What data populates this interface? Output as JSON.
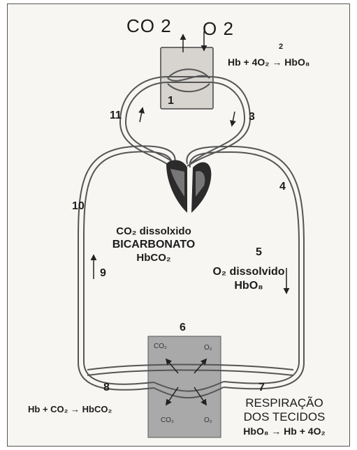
{
  "diagram": {
    "top_gases": {
      "co2": "CO 2",
      "o2": "O 2"
    },
    "equation_2": {
      "number": "2",
      "text": "Hb + 4O₂ → HbO₈"
    },
    "labels": {
      "n1": "1",
      "n3": "3",
      "n4": "4",
      "n5": "5",
      "n6": "6",
      "n7": "7",
      "n8": "8",
      "n9": "9",
      "n10": "10",
      "n11": "11"
    },
    "venous_text": {
      "line1": "CO₂ dissolxido",
      "line2": "BICARBONATO",
      "line3": "HbCO₂"
    },
    "arterial_text": {
      "line1": "O₂ dissolvido",
      "line2": "HbO₈"
    },
    "tissue_box": {
      "gas_tl": "CO₂",
      "gas_tr": "O₂",
      "gas_bl": "CO₂",
      "gas_br": "O₂"
    },
    "equation_8": "Hb + CO₂ → HbCO₂",
    "respiration": {
      "line1": "RESPIRAÇÃO",
      "line2": "DOS TECIDOS",
      "equation": "HbO₈ → Hb + 4O₂"
    },
    "colors": {
      "vessel": "#555555",
      "heart": "#2b2b2b",
      "tissue": "#a9a9a9",
      "lung_box": "#d7d4d0"
    }
  }
}
